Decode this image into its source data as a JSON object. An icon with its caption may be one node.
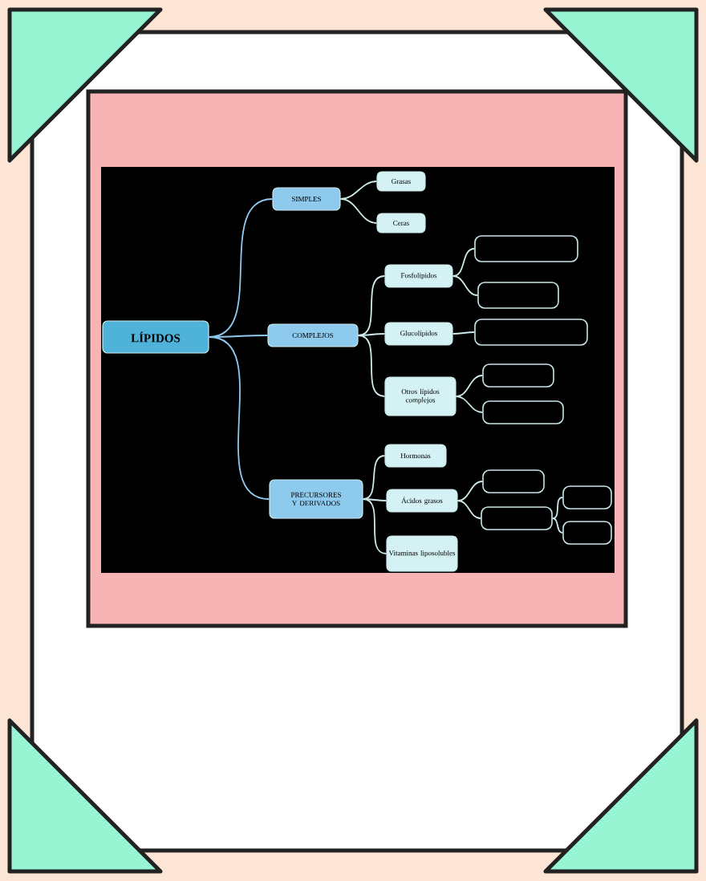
{
  "diagram": {
    "nodes": [
      {
        "text": [
          "LÍPIDOS"
        ]
      },
      {
        "text": [
          "SIMPLES"
        ]
      },
      {
        "text": [
          "COMPLEJOS"
        ]
      },
      {
        "text": [
          "PRECURSORES Y DERIVADOS"
        ]
      },
      {
        "text": [
          "Grasas"
        ]
      },
      {
        "text": [
          "Ceras"
        ]
      },
      {
        "text": [
          "Fosfolípidos"
        ]
      },
      {
        "text": [
          "Glucolípidos"
        ]
      },
      {
        "text": [
          "Otros lípidos complejos"
        ]
      },
      {
        "text": [
          "Hormonas"
        ]
      },
      {
        "text": [
          "Ácidos grasos"
        ]
      },
      {
        "text": [
          "Vitaminas liposolubles"
        ]
      },
      {
        "text": [],
        "shape": "box"
      },
      {
        "text": [],
        "shape": "box"
      },
      {
        "text": [],
        "shape": "box"
      },
      {
        "text": [],
        "shape": "box"
      },
      {
        "text": [],
        "shape": "box"
      },
      {
        "text": [],
        "shape": "box"
      },
      {
        "text": [],
        "shape": "box"
      },
      {
        "text": [],
        "shape": "box"
      },
      {
        "text": [],
        "shape": "box"
      }
    ],
    "edges": [
      {
        "from": 0,
        "to": 1,
        "arrow": "none",
        "color": "#8ec9ee"
      },
      {
        "from": 0,
        "to": 2,
        "arrow": "none",
        "color": "#8ec9ee"
      },
      {
        "from": 0,
        "to": 3,
        "arrow": "none",
        "color": "#8ec9ee"
      },
      {
        "from": 1,
        "to": 4,
        "arrow": "none"
      },
      {
        "from": 1,
        "to": 5,
        "arrow": "none"
      },
      {
        "from": 2,
        "to": 6,
        "arrow": "none"
      },
      {
        "from": 2,
        "to": 7,
        "arrow": "none"
      },
      {
        "from": 2,
        "to": 8,
        "arrow": "none"
      },
      {
        "from": 3,
        "to": 9,
        "arrow": "none"
      },
      {
        "from": 3,
        "to": 10,
        "arrow": "none"
      },
      {
        "from": 3,
        "to": 11,
        "arrow": "none"
      },
      {
        "from": 6,
        "to": 12,
        "arrow": "none"
      },
      {
        "from": 6,
        "to": 13,
        "arrow": "none"
      },
      {
        "from": 7,
        "to": 14,
        "arrow": "none"
      },
      {
        "from": 8,
        "to": 15,
        "arrow": "none"
      },
      {
        "from": 8,
        "to": 16,
        "arrow": "none"
      },
      {
        "from": 10,
        "to": 17,
        "arrow": "none"
      },
      {
        "from": 10,
        "to": 18,
        "arrow": "none"
      },
      {
        "from": 18,
        "to": 19,
        "arrow": "none"
      },
      {
        "from": 18,
        "to": 20,
        "arrow": "none"
      }
    ]
  }
}
